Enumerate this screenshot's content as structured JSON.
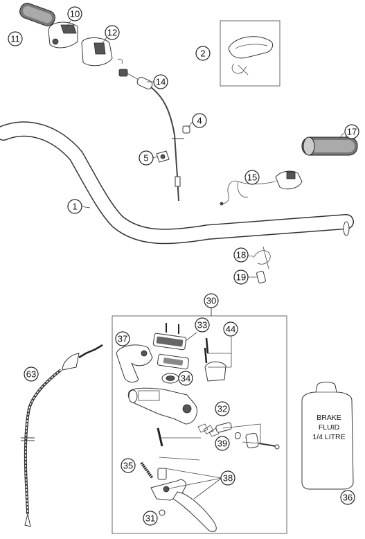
{
  "diagram": {
    "callouts": {
      "c1": "1",
      "c2": "2",
      "c4": "4",
      "c5": "5",
      "c10": "10",
      "c11": "11",
      "c12": "12",
      "c14": "14",
      "c15": "15",
      "c17": "17",
      "c18": "18",
      "c19": "19",
      "c30": "30",
      "c31": "31",
      "c32": "32",
      "c33": "33",
      "c34": "34",
      "c35": "35",
      "c36": "36",
      "c37": "37",
      "c38": "38",
      "c39": "39",
      "c44": "44",
      "c63": "63"
    },
    "brake_fluid_label": [
      "BRAKE",
      "FLUID",
      "1/4 LITRE"
    ]
  }
}
